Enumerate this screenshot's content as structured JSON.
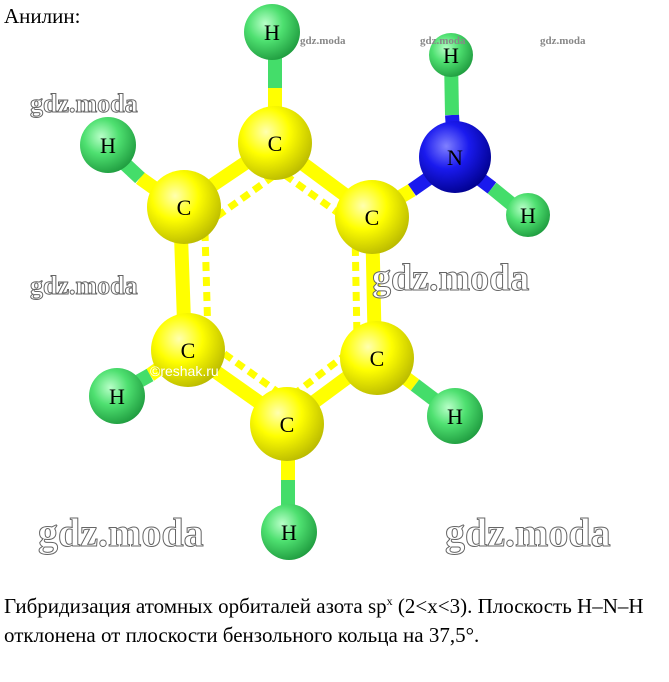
{
  "title": "Анилин:",
  "atom_labels": {
    "carbon": "C",
    "hydrogen": "H",
    "nitrogen": "N"
  },
  "watermarks": {
    "gdz": "gdz.moda",
    "reshak": "©reshak.ru"
  },
  "caption": {
    "part1": "Гибридизация атомных орбиталей азота sp",
    "sup": "x",
    "part2": " (2<x<3). Плоскость H–N–H отклонена от плоскости бензольного кольца на 37,5°."
  },
  "colors": {
    "carbon": "#ffff00",
    "hydrogen": "#44dd6a",
    "nitrogen": "#1a1aee"
  }
}
